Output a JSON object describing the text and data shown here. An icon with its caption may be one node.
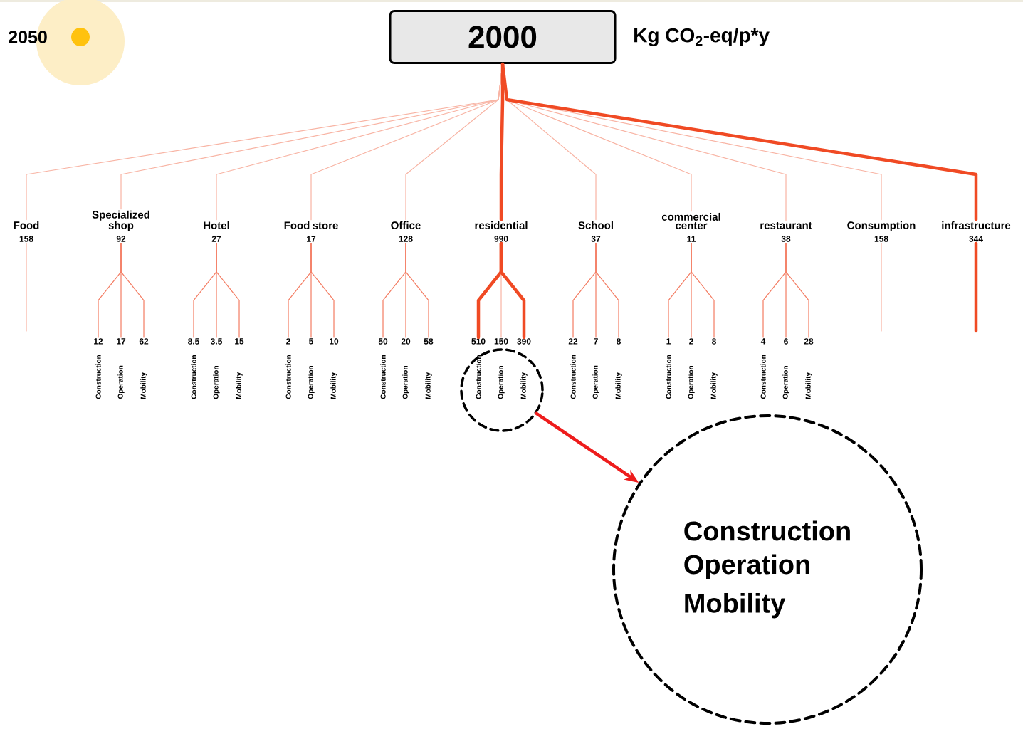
{
  "diagram": {
    "nodes": [
      {
        "text": [
          "2000"
        ],
        "beside": [
          "Kg CO$_{2}$-eq/p*y"
        ]
      },
      {
        "text": [
          "Food",
          "158"
        ]
      },
      {
        "text": [
          "Specialized shop",
          "92"
        ]
      },
      {
        "text": [
          "Hotel",
          "27"
        ]
      },
      {
        "text": [
          "Food store",
          "17"
        ]
      },
      {
        "text": [
          "Office",
          "128"
        ]
      },
      {
        "text": [
          "residential",
          "990"
        ]
      },
      {
        "text": [
          "School",
          "37"
        ]
      },
      {
        "text": [
          "commercial center",
          "11"
        ]
      },
      {
        "text": [
          "restaurant",
          "38"
        ]
      },
      {
        "text": [
          "Consumption",
          "158"
        ]
      },
      {
        "text": [
          "infrastructure",
          "344"
        ]
      },
      {
        "text": [
          "12",
          "Construction"
        ]
      },
      {
        "text": [
          "17",
          "Operation"
        ]
      },
      {
        "text": [
          "62",
          "Mobility"
        ]
      },
      {
        "text": [
          "8.5",
          "Construction"
        ]
      },
      {
        "text": [
          "3.5",
          "Operation"
        ]
      },
      {
        "text": [
          "15",
          "Mobility"
        ]
      },
      {
        "text": [
          "2",
          "Construction"
        ]
      },
      {
        "text": [
          "5",
          "Operation"
        ]
      },
      {
        "text": [
          "10",
          "Mobility"
        ]
      },
      {
        "text": [
          "50",
          "Construction"
        ]
      },
      {
        "text": [
          "20",
          "Operation"
        ]
      },
      {
        "text": [
          "58",
          "Mobility"
        ]
      },
      {
        "text": [
          "510",
          "Construction"
        ]
      },
      {
        "text": [
          "150",
          "Operation"
        ]
      },
      {
        "text": [
          "390",
          "Mobility"
        ]
      },
      {
        "text": [
          "22",
          "Construction"
        ]
      },
      {
        "text": [
          "7",
          "Operation"
        ]
      },
      {
        "text": [
          "8",
          "Mobility"
        ]
      },
      {
        "text": [
          "1",
          "Construction"
        ]
      },
      {
        "text": [
          "2",
          "Operation"
        ]
      },
      {
        "text": [
          "8",
          "Mobility"
        ]
      },
      {
        "text": [
          "4",
          "Construction"
        ]
      },
      {
        "text": [
          "6",
          "Operation"
        ]
      },
      {
        "text": [
          "28",
          "Mobility"
        ]
      },
      {
        "text": [],
        "shape": "circle"
      },
      {
        "text": [
          "Construction",
          "Operation",
          "Mobility"
        ]
      }
    ],
    "edges": [
      {
        "from": 0,
        "to": 1,
        "arrow": "none"
      },
      {
        "from": 0,
        "to": 2,
        "arrow": "none"
      },
      {
        "from": 0,
        "to": 3,
        "arrow": "none"
      },
      {
        "from": 0,
        "to": 4,
        "arrow": "none"
      },
      {
        "from": 0,
        "to": 5,
        "arrow": "none"
      },
      {
        "from": 0,
        "to": 6,
        "arrow": "none",
        "style": "thick",
        "color": "#f04a24"
      },
      {
        "from": 0,
        "to": 7,
        "arrow": "none"
      },
      {
        "from": 0,
        "to": 8,
        "arrow": "none"
      },
      {
        "from": 0,
        "to": 9,
        "arrow": "none"
      },
      {
        "from": 0,
        "to": 10,
        "arrow": "none"
      },
      {
        "from": 0,
        "to": 11,
        "arrow": "none",
        "style": "thick",
        "color": "#f04a24"
      },
      {
        "from": 2,
        "to": 12,
        "arrow": "none",
        "color": "#f47c62"
      },
      {
        "from": 2,
        "to": 13,
        "arrow": "none",
        "color": "#f47c62"
      },
      {
        "from": 2,
        "to": 14,
        "arrow": "none",
        "color": "#f47c62"
      },
      {
        "from": 3,
        "to": 15,
        "arrow": "none",
        "color": "#f47c62"
      },
      {
        "from": 3,
        "to": 16,
        "arrow": "none",
        "color": "#f47c62"
      },
      {
        "from": 3,
        "to": 17,
        "arrow": "none",
        "color": "#f47c62"
      },
      {
        "from": 4,
        "to": 18,
        "arrow": "none",
        "color": "#f47c62"
      },
      {
        "from": 4,
        "to": 19,
        "arrow": "none",
        "color": "#f47c62"
      },
      {
        "from": 4,
        "to": 20,
        "arrow": "none",
        "color": "#f47c62"
      },
      {
        "from": 5,
        "to": 21,
        "arrow": "none",
        "color": "#f47c62"
      },
      {
        "from": 5,
        "to": 22,
        "arrow": "none",
        "color": "#f47c62"
      },
      {
        "from": 5,
        "to": 23,
        "arrow": "none",
        "color": "#f47c62"
      },
      {
        "from": 6,
        "to": 24,
        "arrow": "none",
        "style": "thick",
        "color": "#f04a24"
      },
      {
        "from": 6,
        "to": 25,
        "arrow": "none"
      },
      {
        "from": 6,
        "to": 26,
        "arrow": "none",
        "style": "thick",
        "color": "#f04a24"
      },
      {
        "from": 7,
        "to": 27,
        "arrow": "none",
        "color": "#f47c62"
      },
      {
        "from": 7,
        "to": 28,
        "arrow": "none",
        "color": "#f47c62"
      },
      {
        "from": 7,
        "to": 29,
        "arrow": "none",
        "color": "#f47c62"
      },
      {
        "from": 8,
        "to": 30,
        "arrow": "none",
        "color": "#f47c62"
      },
      {
        "from": 8,
        "to": 31,
        "arrow": "none",
        "color": "#f47c62"
      },
      {
        "from": 8,
        "to": 32,
        "arrow": "none",
        "color": "#f47c62"
      },
      {
        "from": 9,
        "to": 33,
        "arrow": "none",
        "color": "#f47c62"
      },
      {
        "from": 9,
        "to": 34,
        "arrow": "none",
        "color": "#f47c62"
      },
      {
        "from": 9,
        "to": 35,
        "arrow": "none",
        "color": "#f47c62"
      },
      {
        "from": 36,
        "to": 37,
        "arrow": "to",
        "style": "thick",
        "color": "#ee1c1c"
      }
    ],
    "labels": [
      "2050"
    ]
  }
}
